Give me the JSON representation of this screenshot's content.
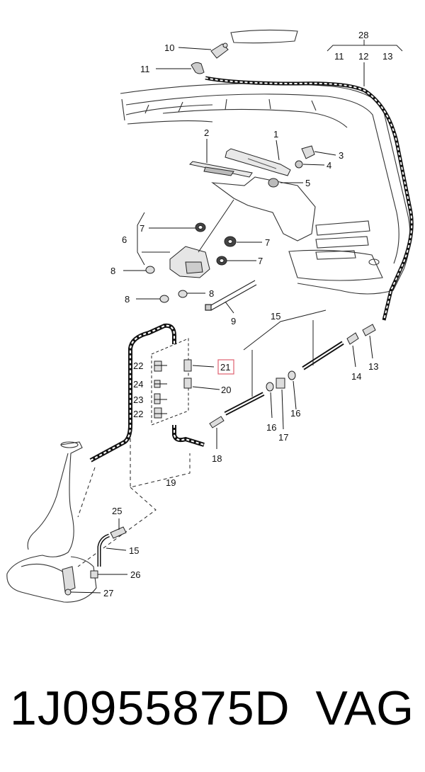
{
  "callouts": {
    "c1": "1",
    "c2": "2",
    "c3": "3",
    "c4": "4",
    "c5": "5",
    "c6": "6",
    "c7a": "7",
    "c7b": "7",
    "c7c": "7",
    "c8a": "8",
    "c8b": "8",
    "c8c": "8",
    "c9": "9",
    "c10": "10",
    "c11a": "11",
    "c11b": "11",
    "c12": "12",
    "c13a": "13",
    "c13b": "13",
    "c14": "14",
    "c15a": "15",
    "c15b": "15",
    "c16a": "16",
    "c16b": "16",
    "c17": "17",
    "c18": "18",
    "c19": "19",
    "c20": "20",
    "c21": "21",
    "c22a": "22",
    "c22b": "22",
    "c23": "23",
    "c24": "24",
    "c25": "25",
    "c26": "26",
    "c27": "27",
    "c28": "28"
  },
  "highlight_color": "#e06070",
  "footer": {
    "part_number": "1J0955875D",
    "brand": "VAG"
  }
}
